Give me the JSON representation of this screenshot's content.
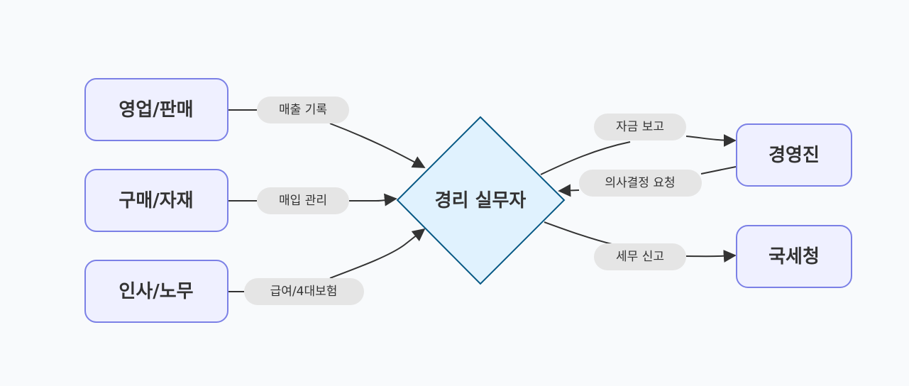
{
  "nodes": {
    "sales": "영업/판매",
    "purchase": "구매/자재",
    "hr": "인사/노무",
    "center": "경리 실무자",
    "exec": "경영진",
    "nts": "국세청"
  },
  "edges": {
    "sales_label": "매출 기록",
    "purchase_label": "매입 관리",
    "hr_label": "급여/4대보험",
    "fund_label": "자금 보고",
    "decision_label": "의사결정 요청",
    "tax_label": "세무 신고"
  },
  "colors": {
    "background": "#f8fafc",
    "node_fill": "#eff0ff",
    "node_stroke": "#7b80e6",
    "center_fill": "#e0f2fe",
    "center_stroke": "#075985",
    "label_bg": "#e5e5e5"
  }
}
